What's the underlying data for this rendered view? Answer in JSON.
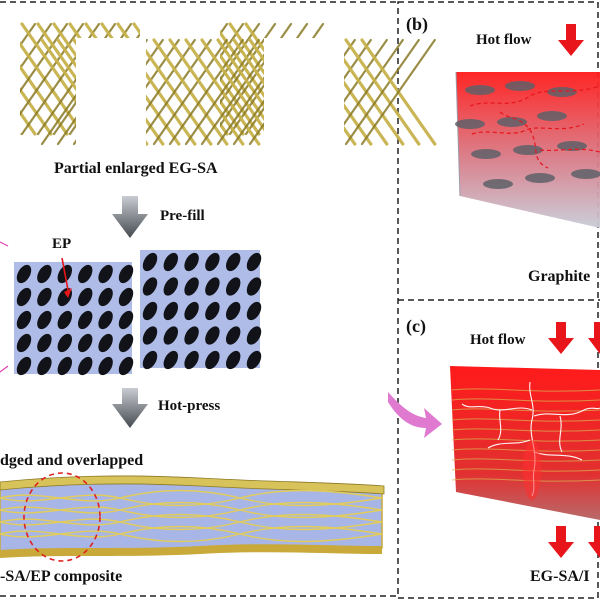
{
  "left_panel": {
    "top_label": "Partial enlarged EG-SA",
    "step1": "Pre-fill",
    "ep_label": "EP",
    "step2": "Hot-press",
    "mid_label": "dged and overlapped",
    "bottom_label": "-SA/EP composite"
  },
  "panel_b": {
    "tag": "(b)",
    "hot_flow": "Hot flow",
    "caption": "Graphite"
  },
  "panel_c": {
    "tag": "(c)",
    "hot_flow": "Hot flow",
    "caption": "EG-SA/I"
  },
  "colors": {
    "arrow_red": "#e8151b",
    "graphite_gold": "#c7b24a",
    "ep_blue": "#aab8e6",
    "hot_red": "#ff1a1a",
    "pink_arrow": "#e07ad0"
  }
}
